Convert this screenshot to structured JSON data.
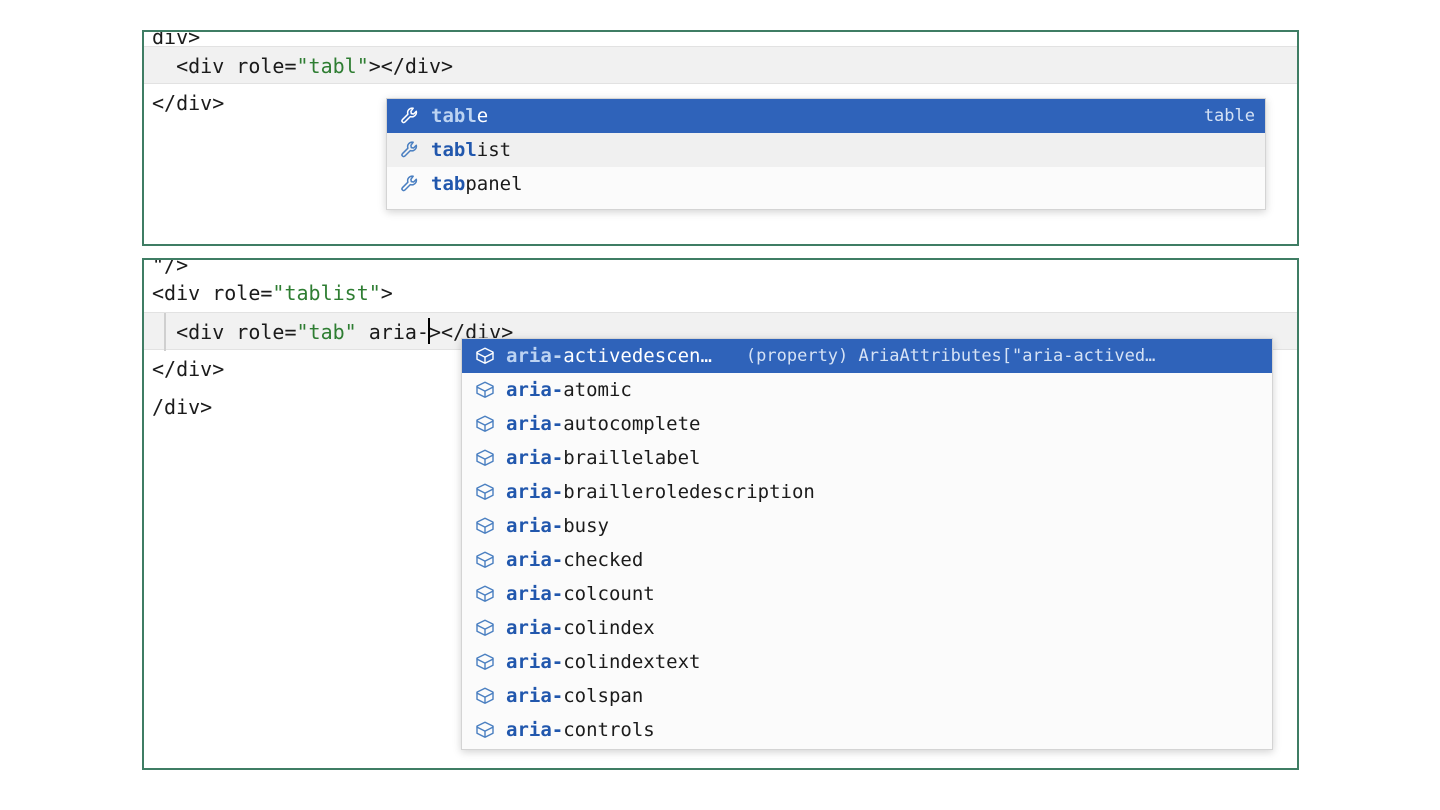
{
  "editors": [
    {
      "id": "role-editor",
      "lines": [
        {
          "clipped": true,
          "current": false,
          "indent": false,
          "segments": [
            {
              "t": "div>",
              "k": "plain"
            }
          ]
        },
        {
          "clipped": false,
          "current": true,
          "indent": false,
          "segments": [
            {
              "t": "  <div role=",
              "k": "plain"
            },
            {
              "t": "\"tabl\"",
              "k": "str"
            },
            {
              "t": "></div>",
              "k": "plain"
            }
          ]
        },
        {
          "clipped": false,
          "current": false,
          "indent": false,
          "segments": [
            {
              "t": "</div>",
              "k": "plain"
            }
          ]
        }
      ]
    },
    {
      "id": "aria-editor",
      "lines": [
        {
          "clipped": true,
          "current": false,
          "indent": false,
          "segments": [
            {
              "t": "\"/>",
              "k": "plain"
            }
          ]
        },
        {
          "clipped": false,
          "current": false,
          "indent": false,
          "segments": [
            {
              "t": "<div role=",
              "k": "plain"
            },
            {
              "t": "\"tablist\"",
              "k": "str"
            },
            {
              "t": ">",
              "k": "plain"
            }
          ]
        },
        {
          "clipped": false,
          "current": true,
          "indent": true,
          "segments": [
            {
              "t": "  <div role=",
              "k": "plain"
            },
            {
              "t": "\"tab\"",
              "k": "str"
            },
            {
              "t": " aria-",
              "k": "plain"
            },
            {
              "t": "|CARET|",
              "k": "caret"
            },
            {
              "t": "></div>",
              "k": "plain"
            }
          ]
        },
        {
          "clipped": false,
          "current": false,
          "indent": false,
          "segments": [
            {
              "t": "</div>",
              "k": "plain"
            }
          ]
        },
        {
          "clipped": false,
          "current": false,
          "indent": false,
          "segments": [
            {
              "t": "/div>",
              "k": "plain"
            }
          ]
        }
      ]
    }
  ],
  "suggest_role": {
    "icon": "wrench-icon",
    "items": [
      {
        "highlight": "tabl",
        "rest": "e",
        "detail": "table",
        "selected": true,
        "alt": false
      },
      {
        "highlight": "tabl",
        "rest": "ist",
        "detail": "",
        "selected": false,
        "alt": true
      },
      {
        "highlight": "tab",
        "rest": "panel",
        "detail": "",
        "selected": false,
        "alt": false
      }
    ]
  },
  "suggest_aria": {
    "icon": "property-cube-icon",
    "items": [
      {
        "highlight": "aria-",
        "rest": "activedescen…",
        "type": "(property) AriaAttributes[\"aria-actived…",
        "selected": true,
        "alt": false
      },
      {
        "highlight": "aria-",
        "rest": "atomic",
        "type": "",
        "selected": false,
        "alt": false
      },
      {
        "highlight": "aria-",
        "rest": "autocomplete",
        "type": "",
        "selected": false,
        "alt": false
      },
      {
        "highlight": "aria-",
        "rest": "braillelabel",
        "type": "",
        "selected": false,
        "alt": false
      },
      {
        "highlight": "aria-",
        "rest": "brailleroledescription",
        "type": "",
        "selected": false,
        "alt": false
      },
      {
        "highlight": "aria-",
        "rest": "busy",
        "type": "",
        "selected": false,
        "alt": false
      },
      {
        "highlight": "aria-",
        "rest": "checked",
        "type": "",
        "selected": false,
        "alt": false
      },
      {
        "highlight": "aria-",
        "rest": "colcount",
        "type": "",
        "selected": false,
        "alt": false
      },
      {
        "highlight": "aria-",
        "rest": "colindex",
        "type": "",
        "selected": false,
        "alt": false
      },
      {
        "highlight": "aria-",
        "rest": "colindextext",
        "type": "",
        "selected": false,
        "alt": false
      },
      {
        "highlight": "aria-",
        "rest": "colspan",
        "type": "",
        "selected": false,
        "alt": false
      },
      {
        "highlight": "aria-",
        "rest": "controls",
        "type": "",
        "selected": false,
        "alt": false
      }
    ]
  },
  "colors": {
    "panel_border": "#3f7d64",
    "selection_blue": "#2f63ba",
    "string_green": "#2e7d32",
    "keyword_blue": "#2157ad",
    "popup_bg": "#fbfbfb",
    "current_line": "#f1f1f1"
  }
}
